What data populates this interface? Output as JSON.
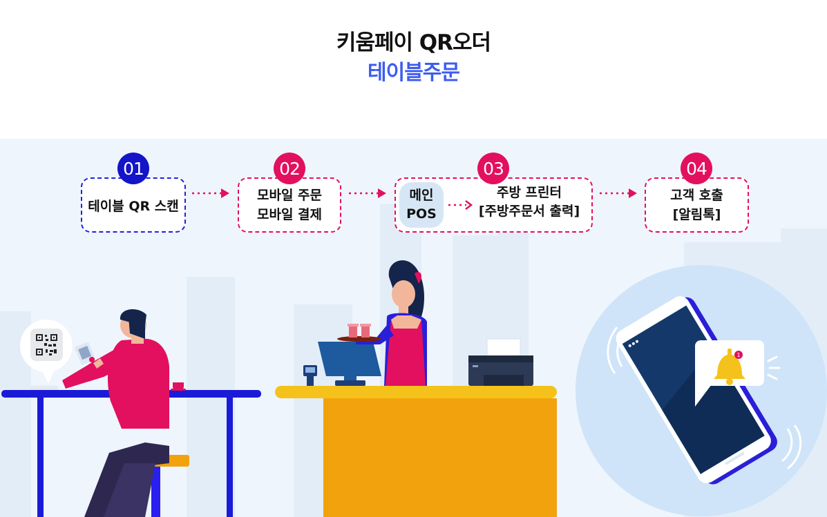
{
  "header": {
    "title": "키움페이 QR오더",
    "subtitle": "테이블주문"
  },
  "steps": [
    {
      "number": "01",
      "lines": [
        "테이블 QR 스캔"
      ]
    },
    {
      "number": "02",
      "lines": [
        "모바일 주문",
        "모바일 결제"
      ]
    },
    {
      "number": "03",
      "pos_lines": [
        "메인",
        "POS"
      ],
      "printer_lines": [
        "주방 프린터",
        "[주방주문서 출력]"
      ]
    },
    {
      "number": "04",
      "lines": [
        "고객 호출",
        "[알림톡]"
      ]
    }
  ],
  "colors": {
    "title": "#111111",
    "accent_blue": "#3d5cf0",
    "step1": "#1414c8",
    "steps_pink": "#e2105e",
    "scene_bg": "#eef5fc",
    "counter": "#f2a20c",
    "table": "#1414c8"
  },
  "icons": {
    "qr": "qr-code-icon",
    "bell": "bell-icon",
    "phone": "smartphone-icon",
    "arrow": "dotted-arrow-icon"
  }
}
